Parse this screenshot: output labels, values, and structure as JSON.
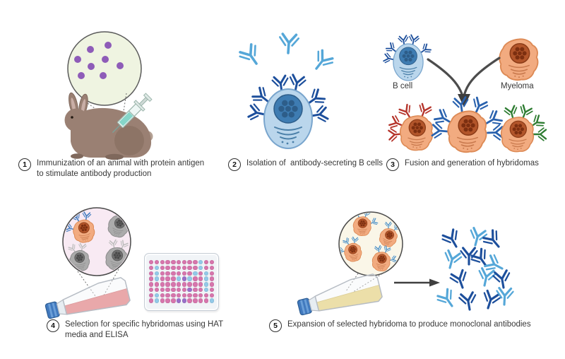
{
  "steps": [
    {
      "number": "1",
      "caption": "Immunization of an animal with protein antigen to stimulate antibody production"
    },
    {
      "number": "2",
      "caption": "Isolation of  antibody-secreting B cells"
    },
    {
      "number": "3",
      "caption": "Fusion and generation of hybridomas"
    },
    {
      "number": "4",
      "caption": "Selection for specific hybridomas using HAT media and ELISA"
    },
    {
      "number": "5",
      "caption": "Expansion of selected hybridoma to produce monoclonal antibodies"
    }
  ],
  "labels": {
    "b_cell": "B cell",
    "myeloma": "Myeloma"
  },
  "colors": {
    "antibody_dark_blue": "#1d4f9c",
    "antibody_light_blue": "#55a7d8",
    "antibody_red": "#b5342b",
    "antibody_green": "#2f7d33",
    "b_cell_body": "#bad6ec",
    "b_cell_nucleus": "#3e7cb2",
    "hybridoma_body": "#f2ab80",
    "hybridoma_nucleus": "#b2552a",
    "dying_cell_gray": "#ababab",
    "antigen_purple": "#8e5cb8",
    "media_red": "#e0696a",
    "media_yellow": "#e5cd69",
    "flask_cap_blue": "#4179be",
    "well_pink": "#d775ac",
    "well_blue": "#92c9e8",
    "well_purple": "#9a6fc8",
    "text": "#383838"
  },
  "plate": {
    "rows": [
      "PPPPPPPPPBPP",
      "PBPPPPPPPBPP",
      "PBPPPPPPBPBP",
      "PBPPPBUBPPBP",
      "PPPPPPPPPPBP",
      "PPPPPPPUPPBP",
      "PBPPPPPPPPPP",
      "PBPPPUUPPPPB"
    ],
    "well_colors": {
      "P": "#d775ac",
      "B": "#92c9e8",
      "U": "#9a6fc8"
    }
  },
  "illustrations": [
    "antigen-magnifier-circle",
    "syringe",
    "rabbit",
    "b-cell",
    "secreted-antibodies",
    "myeloma-cell",
    "fusion-arrow",
    "hybridoma-cells",
    "selection-magnifier-circle",
    "culture-flask-red",
    "96-well-plate",
    "expansion-magnifier-circle",
    "culture-flask-yellow",
    "flow-arrow",
    "monoclonal-antibody-cluster"
  ]
}
